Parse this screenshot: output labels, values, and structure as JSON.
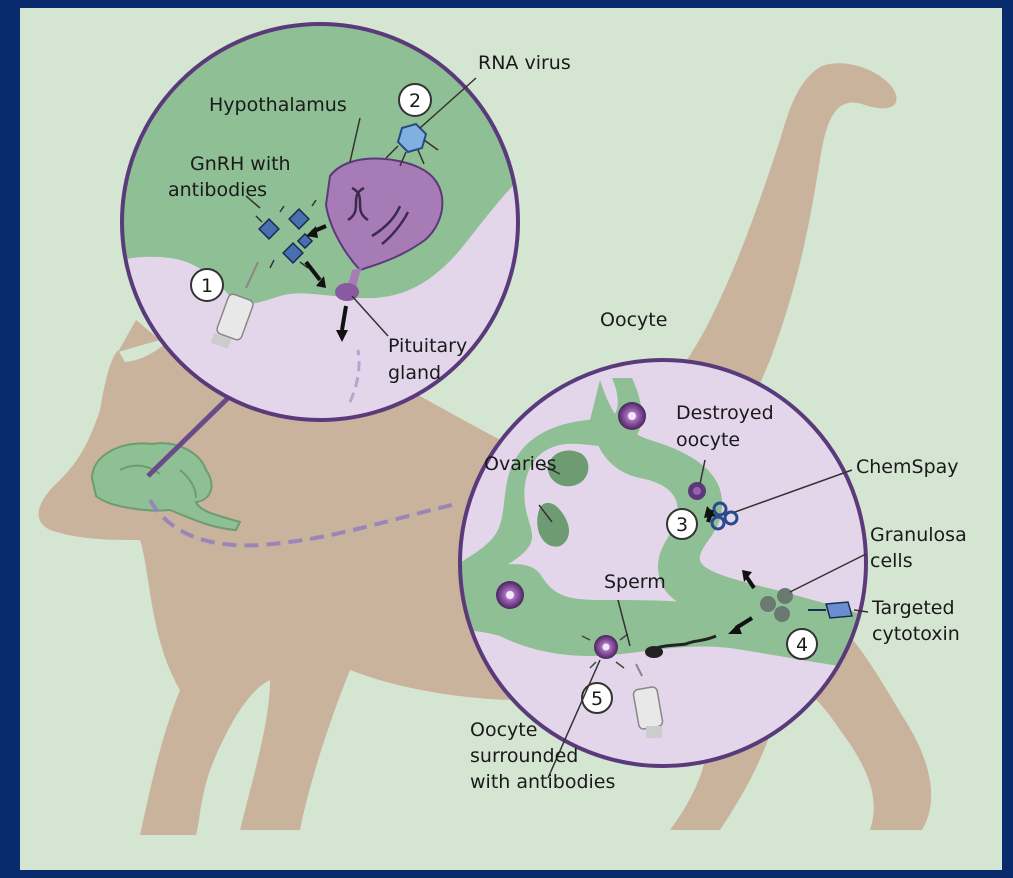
{
  "labels": {
    "rna_virus": "RNA virus",
    "hypothalamus": "Hypothalamus",
    "gnrh_line1": "GnRH with",
    "gnrh_line2": "antibodies",
    "pituitary_line1": "Pituitary",
    "pituitary_line2": "gland",
    "oocyte": "Oocyte",
    "destroyed_line1": "Destroyed",
    "destroyed_line2": "oocyte",
    "chemspay": "ChemSpay",
    "ovaries": "Ovaries",
    "granulosa_line1": "Granulosa",
    "granulosa_line2": "cells",
    "sperm": "Sperm",
    "targeted_line1": "Targeted",
    "targeted_line2": "cytotoxin",
    "surrounded_line1": "Oocyte",
    "surrounded_line2": "surrounded",
    "surrounded_line3": "with antibodies"
  },
  "steps": [
    "1",
    "2",
    "3",
    "4",
    "5"
  ],
  "colors": {
    "frame": "#0a2a6e",
    "panel": "#d4e6d2",
    "cat": "#c9b39c",
    "green": "#8fbf94",
    "lavender": "#e3d6ea",
    "purple": "#5a3a7a",
    "gland": "#a77bb5"
  }
}
